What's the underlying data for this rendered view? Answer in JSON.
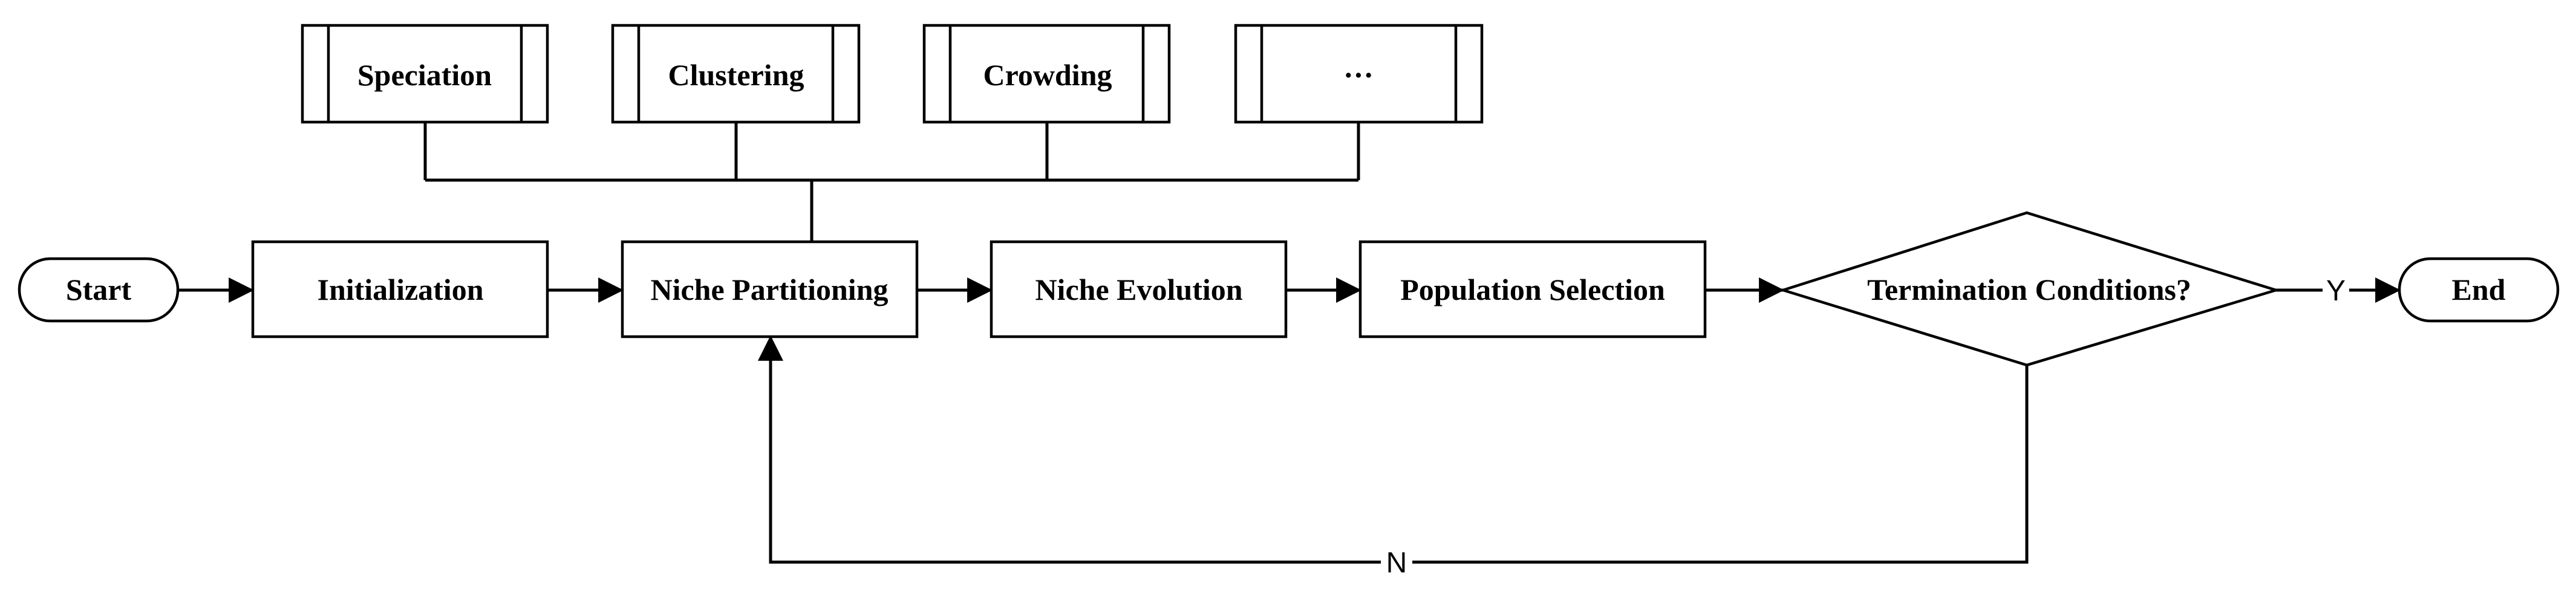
{
  "nodes": {
    "start": "Start",
    "initialization": "Initialization",
    "niche_partitioning": "Niche Partitioning",
    "niche_evolution": "Niche Evolution",
    "population_selection": "Population Selection",
    "termination": "Termination Conditions?",
    "end": "End"
  },
  "methods": {
    "speciation": "Speciation",
    "clustering": "Clustering",
    "crowding": "Crowding",
    "more": "···"
  },
  "branch_labels": {
    "yes": "Y",
    "no": "N"
  }
}
